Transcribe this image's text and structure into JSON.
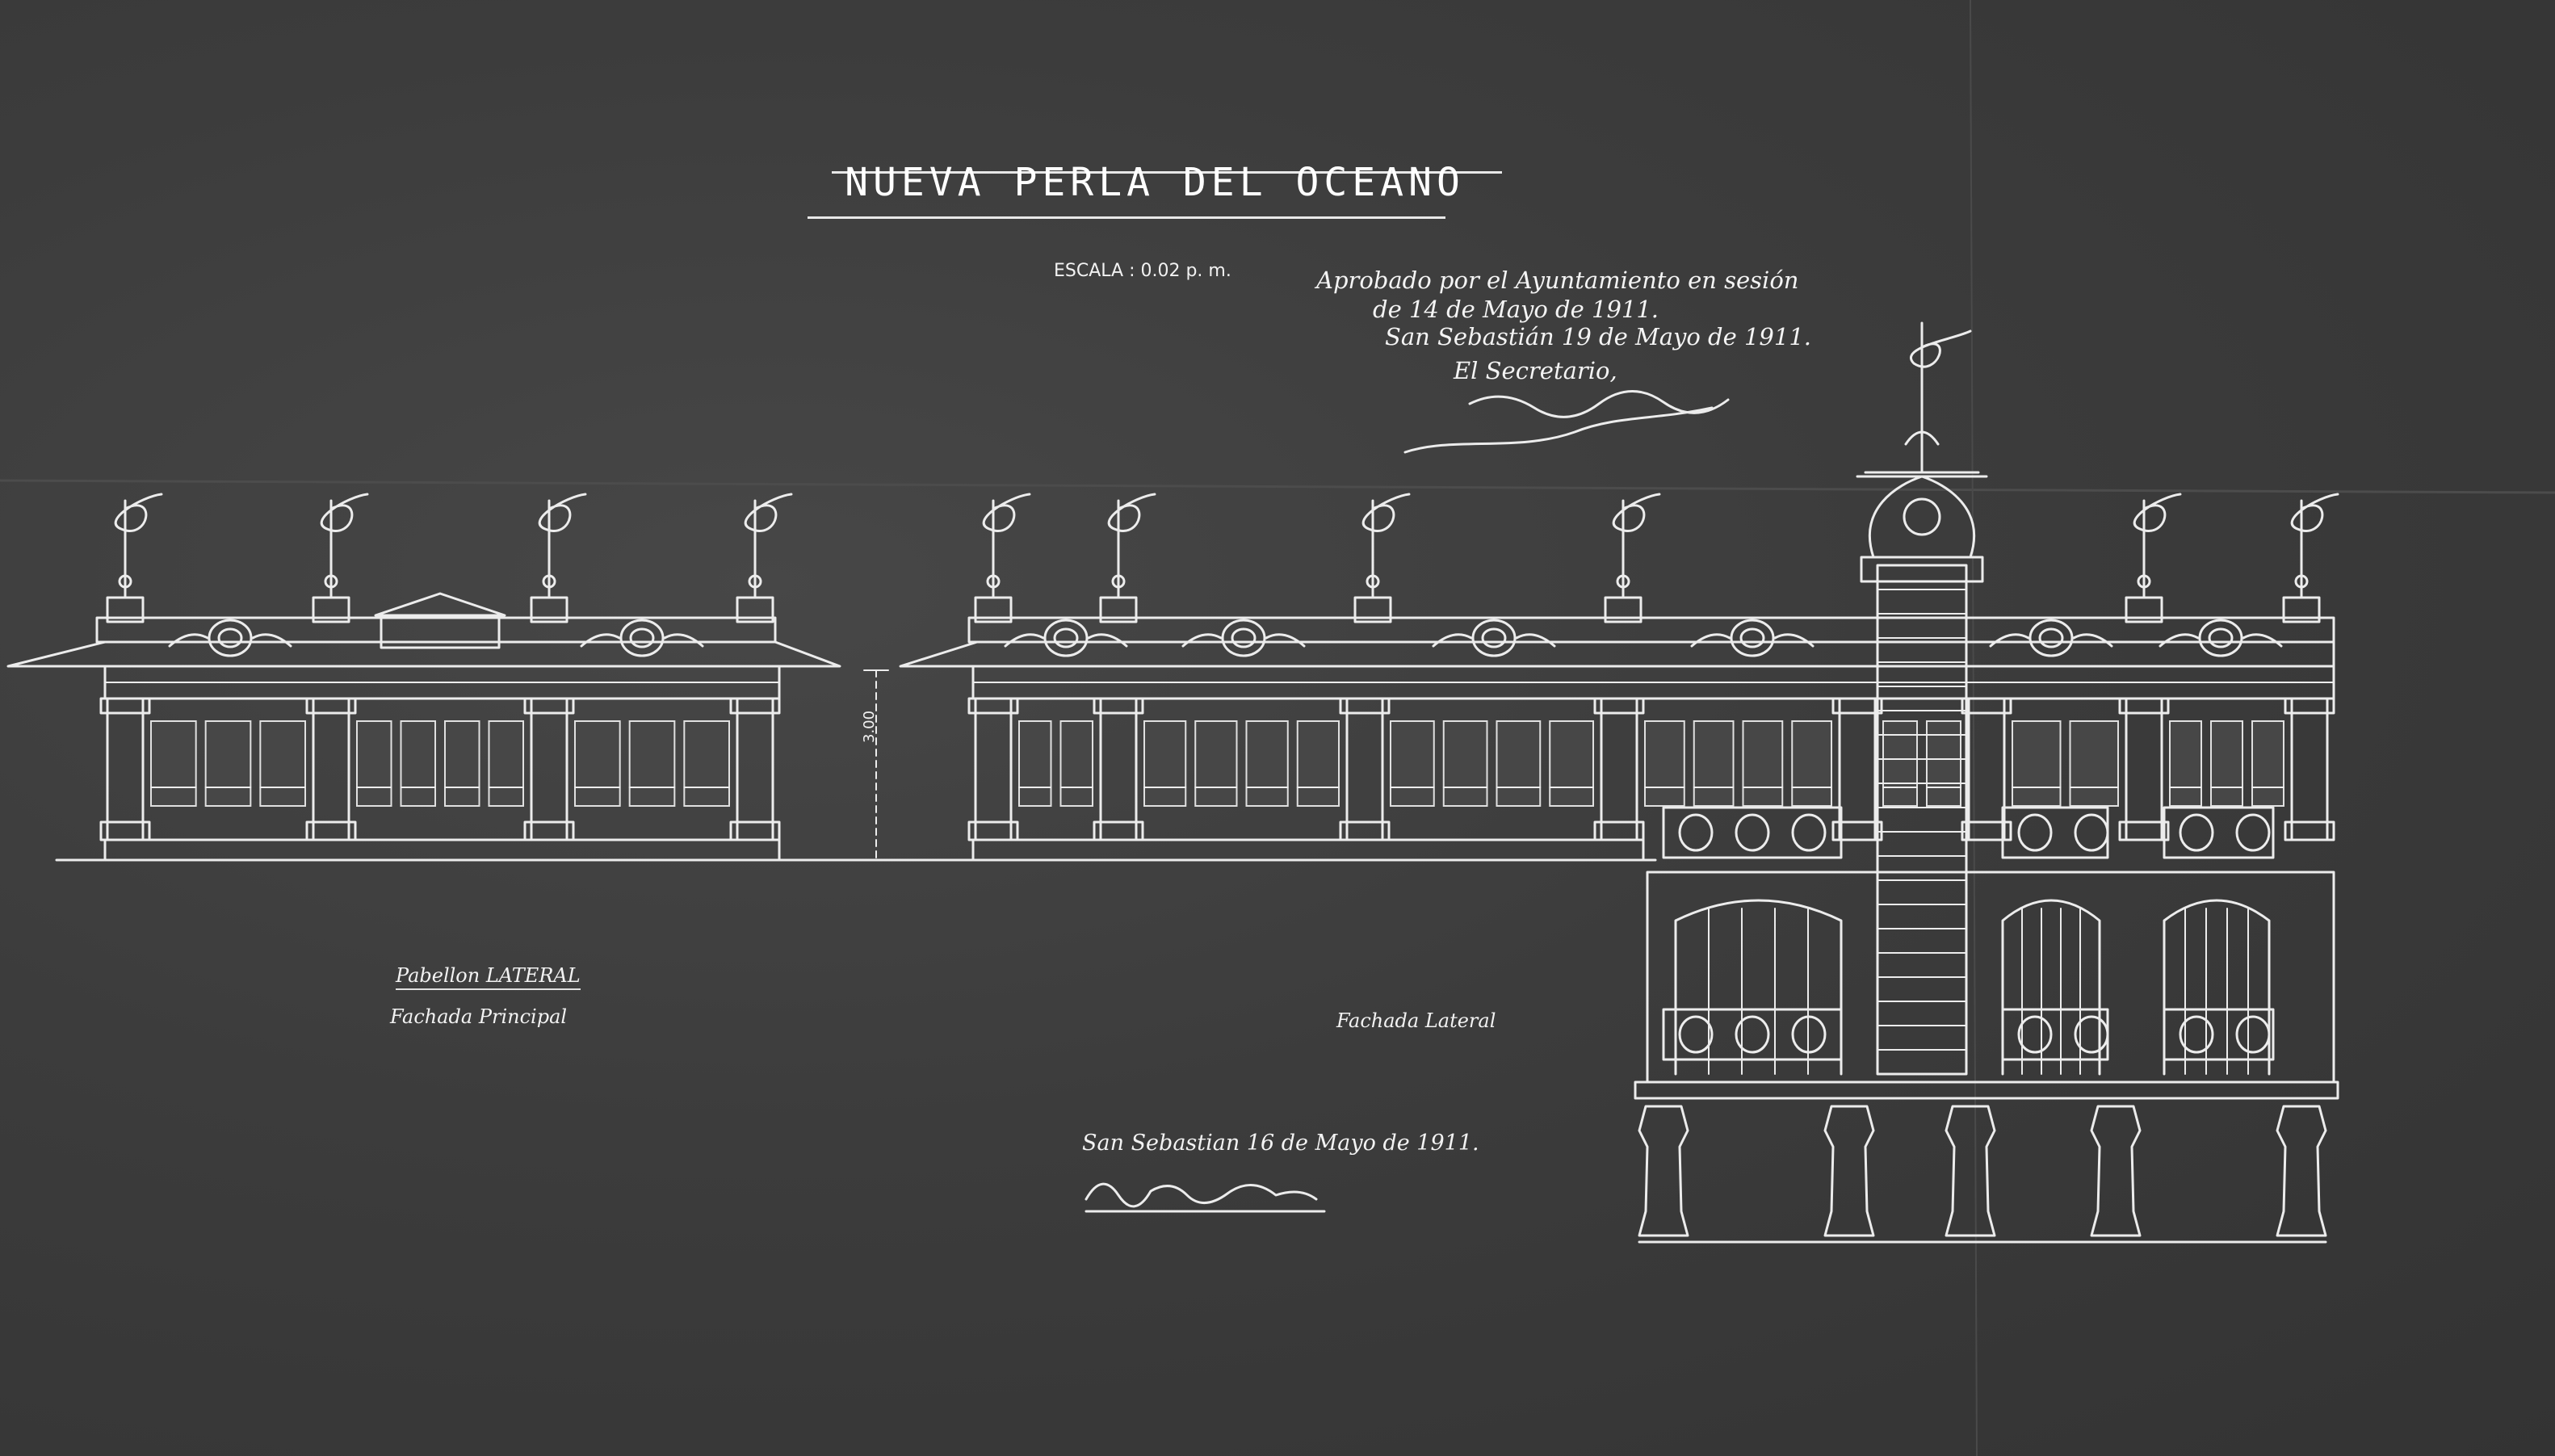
{
  "title": "NUEVA PERLA DEL OCEANO",
  "scale_note": "ESCALA : 0.02 p. m.",
  "approval": {
    "line1": "Aprobado por el Ayuntamiento en sesión",
    "line2": "de 14 de Mayo de 1911.",
    "line3": "San Sebastián 19 de Mayo de 1911.",
    "line4": "El Secretario,"
  },
  "captions": {
    "pabellon_lateral": "Pabellon LATERAL",
    "fachada_principal": "Fachada Principal",
    "fachada_lateral": "Fachada Lateral"
  },
  "dimension_label": "3.00",
  "place_date": "San Sebastian 16 de Mayo de 1911."
}
